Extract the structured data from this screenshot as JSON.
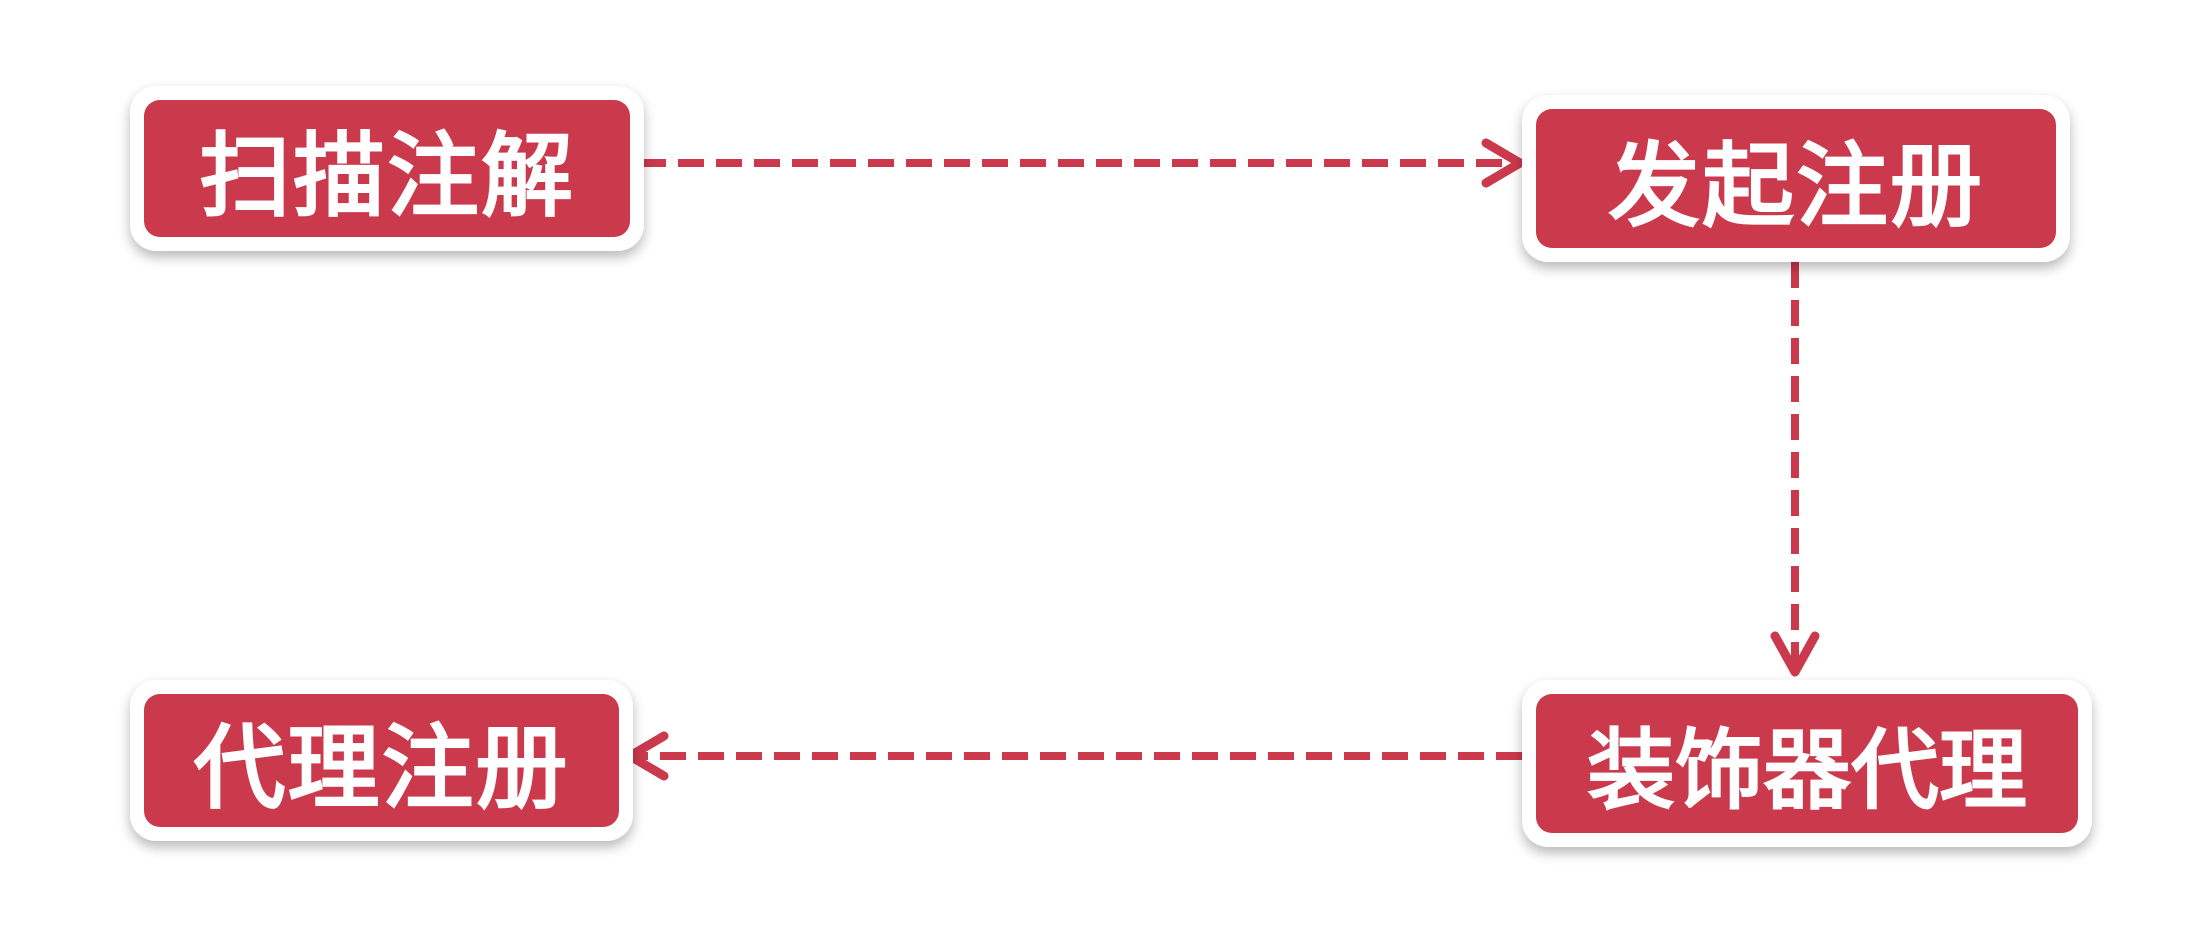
{
  "theme": {
    "accent": "#cb394c",
    "box_border": "#ffffff",
    "background": "#ffffff"
  },
  "nodes": {
    "scan_annotation": {
      "label": "扫描注解"
    },
    "initiate_registration": {
      "label": "发起注册"
    },
    "decorator_proxy": {
      "label": "装饰器代理"
    },
    "proxy_registration": {
      "label": "代理注册"
    }
  },
  "edges": [
    {
      "from": "扫描注解",
      "to": "发起注册",
      "style": "dashed"
    },
    {
      "from": "发起注册",
      "to": "装饰器代理",
      "style": "dashed"
    },
    {
      "from": "装饰器代理",
      "to": "代理注册",
      "style": "dashed"
    }
  ]
}
